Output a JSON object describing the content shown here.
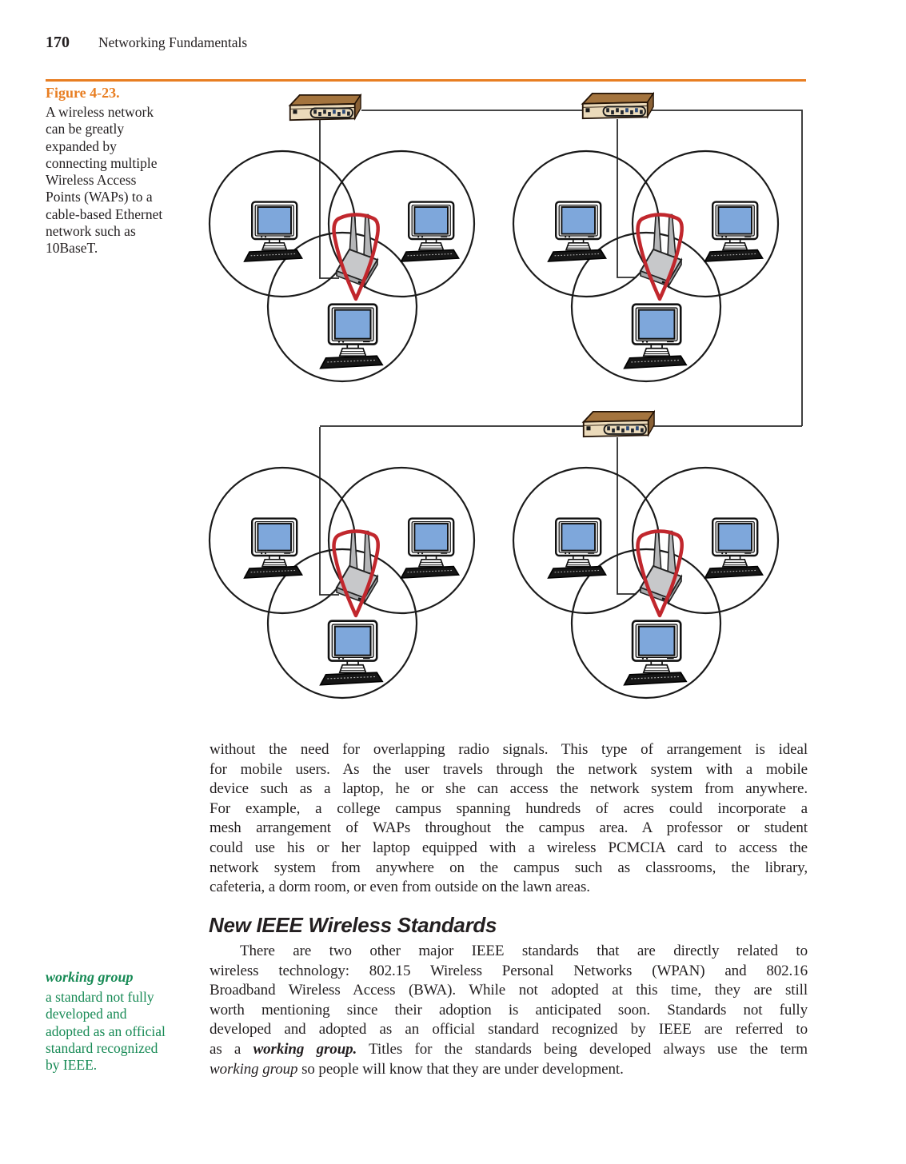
{
  "page": {
    "number": "170",
    "running_head": "Networking Fundamentals"
  },
  "figure": {
    "label": "Figure 4-23.",
    "caption_lines": [
      "A wireless network",
      "can be greatly",
      "expanded by",
      "connecting multiple",
      "Wireless Access",
      "Points (WAPs) to a",
      "cable-based Ethernet",
      "network such as",
      "10BaseT."
    ]
  },
  "diagram": {
    "description": "Four wireless cell clusters, each made of three overlapping coverage circles with three desktop computers and one Wireless Access Point highlighted in red, wired to three Ethernet hubs by cables",
    "hub_count": 3,
    "cluster_count": 4,
    "devices_per_cluster": {
      "computers": 3,
      "wireless_access_points": 1,
      "coverage_circles": 3
    },
    "icons": [
      "ethernet-hub-icon",
      "desktop-computer-icon",
      "wireless-access-point-icon"
    ]
  },
  "body": {
    "paragraph1_lines": [
      "without the need for overlapping radio signals. This type of arrangement is ideal",
      "for mobile users. As the user travels through the network system with a mobile",
      "device such as a laptop, he or she can access the network system from anywhere.",
      "For example, a college campus spanning hundreds of acres could incorporate a",
      "mesh arrangement of WAPs throughout the campus area. A professor or student",
      "could use his or her laptop equipped with a wireless PCMCIA card to access the",
      "network system from anywhere on the campus such as classrooms, the library,",
      "cafeteria, a dorm room, or even from outside on the lawn areas."
    ],
    "heading": "New IEEE Wireless Standards",
    "paragraph2_lines": [
      "There are two other major IEEE standards that are directly related to",
      "wireless technology: 802.15 Wireless Personal Networks (WPAN) and 802.16",
      "Broadband Wireless Access (BWA). While not adopted at this time, they are still",
      "worth mentioning since their adoption is anticipated soon. Standards not fully",
      "developed and adopted as an official standard recognized by IEEE are referred to",
      [
        {
          "t": "as a "
        },
        {
          "t": "working group.",
          "s": "bi"
        },
        {
          "t": " Titles for the standards being developed always use the term"
        }
      ],
      [
        {
          "t": "working group",
          "s": "i"
        },
        {
          "t": " so people will know that they are under development."
        }
      ]
    ]
  },
  "sidebar": {
    "term": "working group",
    "definition_lines": [
      "a standard not fully",
      "developed and",
      "adopted as an official",
      "standard recognized",
      "by IEEE."
    ]
  },
  "colors": {
    "accent_orange": "#E87E22",
    "sidebar_green": "#178A55",
    "body_text": "#231F20",
    "screen_blue": "#7EA7DB",
    "shield_red": "#C1272D",
    "hub_top_brown": "#A4743E",
    "hub_face_tan": "#EBDABA",
    "wap_gray": "#C7C8CA",
    "line_black": "#1B1B1B"
  }
}
